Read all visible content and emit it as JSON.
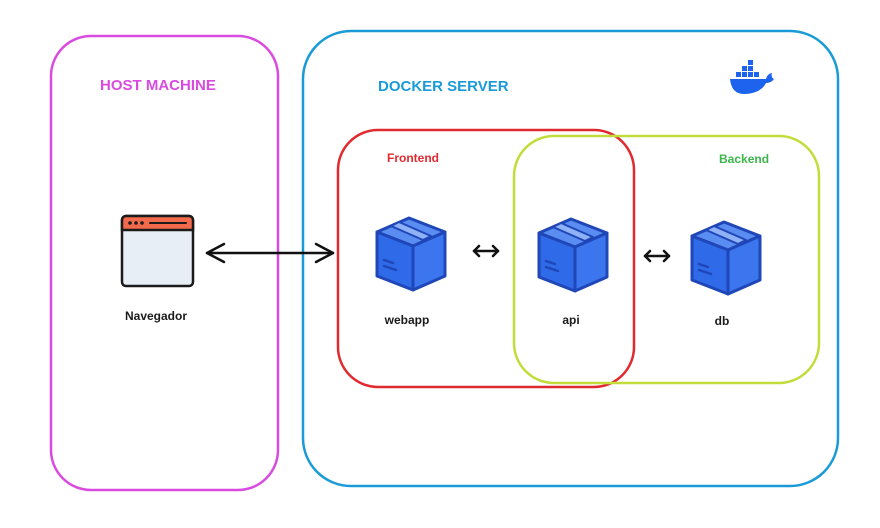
{
  "host_machine": {
    "label": "HOST MACHINE",
    "color": "#d94be0",
    "browser": {
      "icon": "browser-window-icon",
      "label": "Navegador"
    }
  },
  "docker_server": {
    "label": "DOCKER SERVER",
    "color": "#1a9bd7",
    "logo_icon": "docker-whale-icon",
    "logo_color": "#1d63ed"
  },
  "networks": {
    "frontend": {
      "label": "Frontend",
      "color": "#e02a2f"
    },
    "backend": {
      "label": "Backend",
      "color": "#c2dd3a",
      "label_color": "#3cb64b"
    }
  },
  "containers": [
    {
      "id": "webapp",
      "label": "webapp",
      "icon": "container-box-icon"
    },
    {
      "id": "api",
      "label": "api",
      "icon": "container-box-icon"
    },
    {
      "id": "db",
      "label": "db",
      "icon": "container-box-icon"
    }
  ],
  "connections": [
    {
      "from": "Navegador",
      "to": "webapp",
      "type": "bidirectional"
    },
    {
      "from": "webapp",
      "to": "api",
      "type": "bidirectional"
    },
    {
      "from": "api",
      "to": "db",
      "type": "bidirectional"
    }
  ],
  "colors": {
    "box_blue": "#2f6ae8",
    "box_dark": "#1f47b8",
    "box_light": "#5a8df2"
  }
}
